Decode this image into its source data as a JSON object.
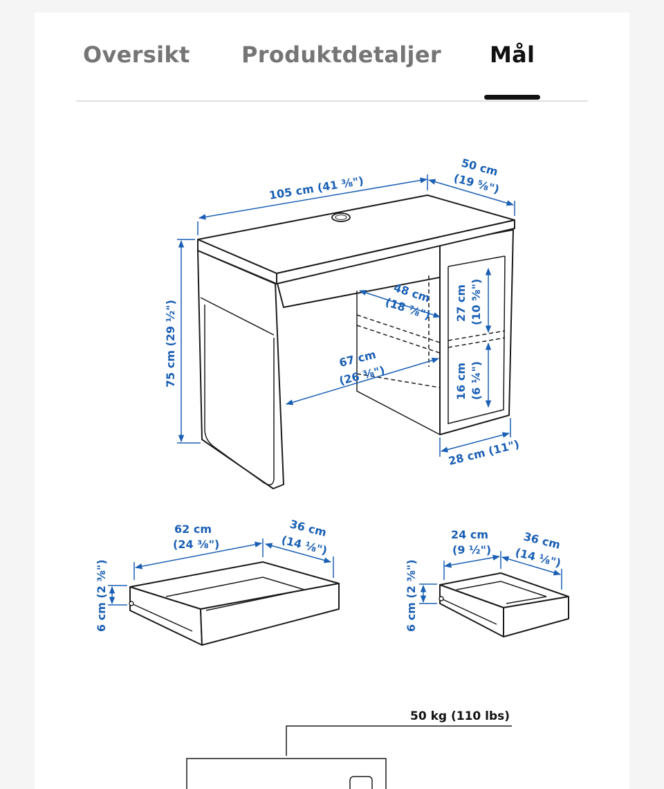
{
  "tabs": [
    {
      "label": "Oversikt",
      "active": false
    },
    {
      "label": "Produktdetaljer",
      "active": false
    },
    {
      "label": "Mål",
      "active": true
    }
  ],
  "desk": {
    "width": "105 cm (41 ⅜\")",
    "depth_cm": "50 cm",
    "depth_in": "(19 ⅝\")",
    "height": "75 cm (29 ½\")",
    "knee_depth_cm": "48 cm",
    "knee_depth_in": "(18 ⅞\")",
    "knee_width_cm": "67 cm",
    "knee_width_in": "(26 ⅜\")",
    "shelf_upper_cm": "27 cm",
    "shelf_upper_in": "(10 ⅝\")",
    "shelf_lower_cm": "16 cm",
    "shelf_lower_in": "(6 ¼\")",
    "cabinet_width": "28 cm (11\")"
  },
  "drawer_large": {
    "width_cm": "62 cm",
    "width_in": "(24 ⅜\")",
    "depth_cm": "36 cm",
    "depth_in": "(14 ⅛\")",
    "height": "6 cm (2 ⅜\")"
  },
  "drawer_small": {
    "width_cm": "24 cm",
    "width_in": "(9 ½\")",
    "depth_cm": "36 cm",
    "depth_in": "(14 ⅛\")",
    "height": "6 cm (2 ⅜\")"
  },
  "load": {
    "label": "50 kg (110 lbs)"
  },
  "colors": {
    "accent": "#1a5fb4",
    "ink": "#1a1a1a",
    "tab_inactive": "#757575",
    "tab_active": "#111111"
  }
}
